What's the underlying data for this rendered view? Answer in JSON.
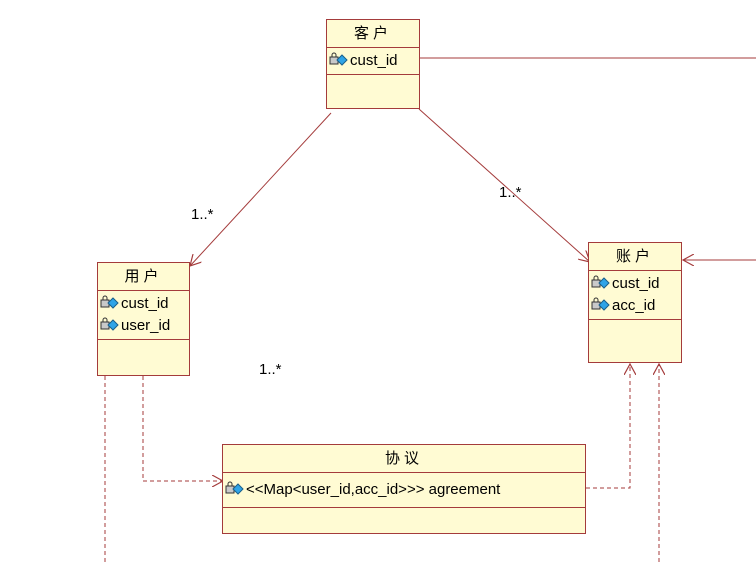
{
  "colors": {
    "border": "#a43b3b",
    "fill": "#fffbd3",
    "line": "#a43b3b"
  },
  "classes": {
    "customer": {
      "name": "客户",
      "attributes": [
        "cust_id"
      ]
    },
    "user": {
      "name": "用户",
      "attributes": [
        "cust_id",
        "user_id"
      ]
    },
    "account": {
      "name": "账户",
      "attributes": [
        "cust_id",
        "acc_id"
      ]
    },
    "agreement": {
      "name": "协议",
      "attributes": [
        "<<Map<user_id,acc_id>>> agreement"
      ]
    }
  },
  "multiplicities": {
    "customer_user": "1..*",
    "customer_account": "1..*",
    "middle": "1..*"
  },
  "attribute_icon": "protected-attribute-icon"
}
